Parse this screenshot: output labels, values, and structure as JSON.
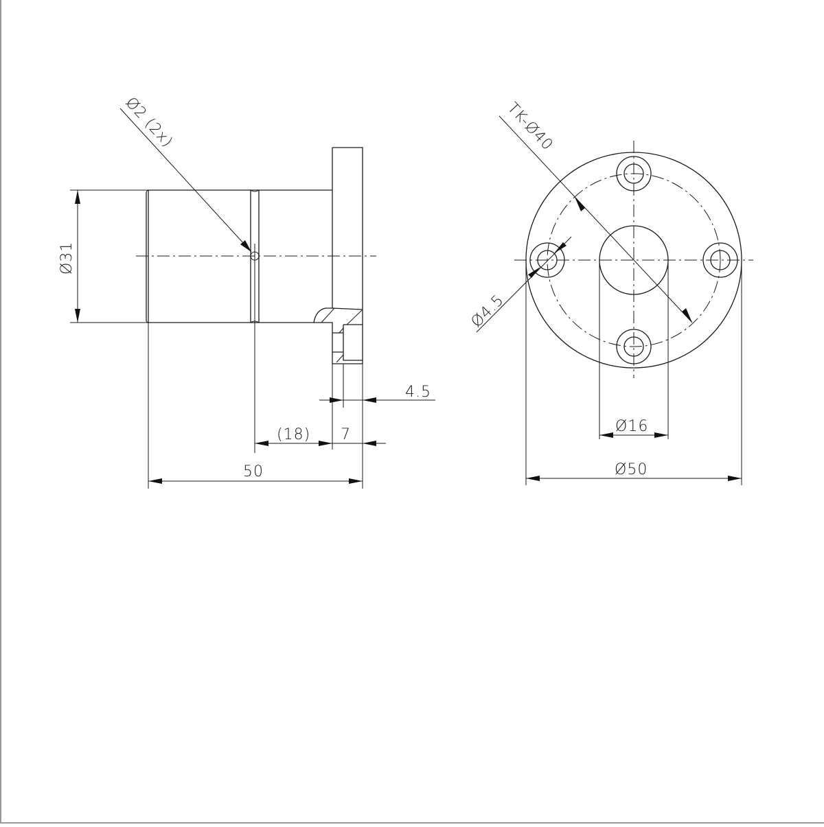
{
  "drawing": {
    "type": "technical-drawing",
    "views": [
      "side-view",
      "front-view"
    ],
    "line_color": "#1a1a1a",
    "frame_color": "#9a9a9a"
  },
  "side_view": {
    "dimensions": {
      "outer_diameter": "Ø31",
      "hole_callout": "Ø2 (2x)",
      "overall_length": "50",
      "reference_length": "(18)",
      "flange_thickness": "7",
      "counterbore_depth": "4.5"
    }
  },
  "front_view": {
    "dimensions": {
      "bolt_circle": "TK-Ø40",
      "bolt_hole": "Ø4.5",
      "bore_diameter": "Ø16",
      "flange_diameter": "Ø50"
    },
    "bolt_hole_count": 4
  }
}
